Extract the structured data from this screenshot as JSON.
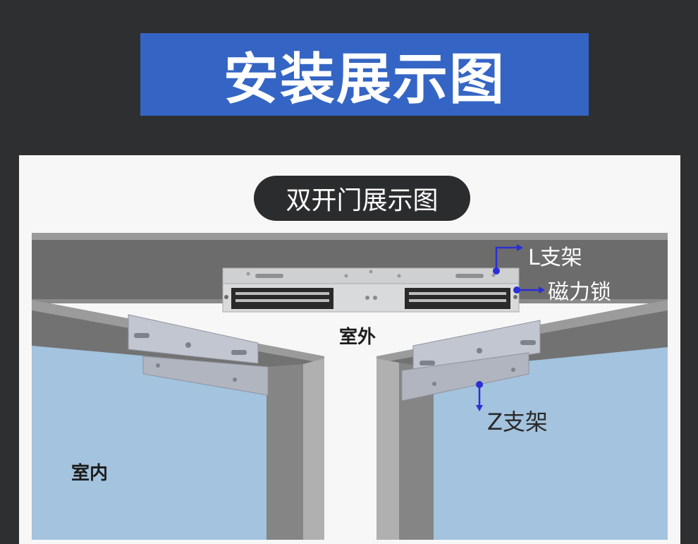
{
  "header": {
    "title": "安装展示图"
  },
  "panel": {
    "pill_title": "双开门展示图",
    "labels": {
      "outside": "室外",
      "inside": "室内",
      "l_bracket": "L支架",
      "magnetic_lock": "磁力锁",
      "z_bracket": "Z支架"
    }
  },
  "colors": {
    "background": "#2e2f31",
    "banner": "#3565c4",
    "pill": "#2b2c2e",
    "door_glass": "#a3c3de",
    "door_frame": "#7a7a7a",
    "callout": "#2a2fd6"
  },
  "icons": [
    "arrow-icon"
  ]
}
